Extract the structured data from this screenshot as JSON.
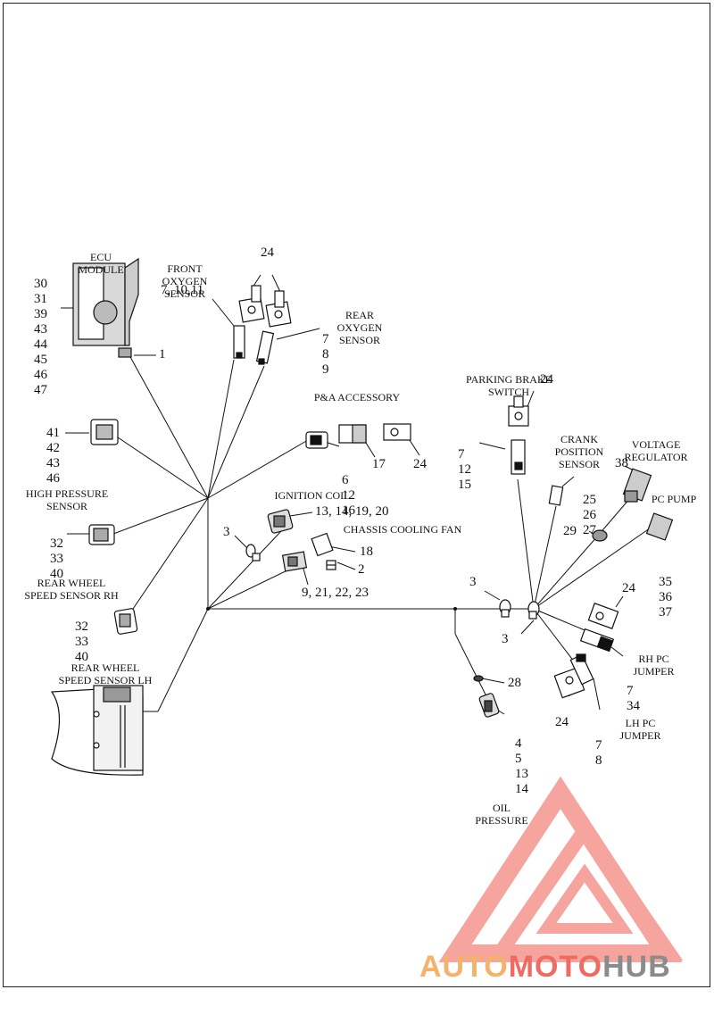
{
  "labels": {
    "ecu": [
      "ECU",
      "MODULE"
    ],
    "front_o2": [
      "FRONT",
      "OXYGEN",
      "SENSOR"
    ],
    "rear_o2": [
      "REAR",
      "OXYGEN",
      "SENSOR"
    ],
    "pa_accessory": [
      "P&A ACCESSORY"
    ],
    "parking_brake": [
      "PARKING BRAKE",
      "SWITCH"
    ],
    "crank": [
      "CRANK",
      "POSITION",
      "SENSOR"
    ],
    "voltage_reg": [
      "VOLTAGE",
      "REGULATOR"
    ],
    "high_pressure": [
      "HIGH PRESSURE",
      "SENSOR"
    ],
    "ignition_coil": [
      "IGNITION COIL"
    ],
    "chassis_fan": [
      "CHASSIS COOLING FAN"
    ],
    "pc_pump": [
      "PC PUMP"
    ],
    "rear_wheel_rh": [
      "REAR WHEEL",
      "SPEED SENSOR RH"
    ],
    "rear_wheel_lh": [
      "REAR WHEEL",
      "SPEED SENSOR LH"
    ],
    "rh_pc_jumper": [
      "RH PC",
      "JUMPER"
    ],
    "lh_pc_jumper": [
      "LH PC",
      "JUMPER"
    ],
    "oil_pressure": [
      "OIL",
      "PRESSURE"
    ]
  },
  "callouts": {
    "ecu_nums": [
      "30",
      "31",
      "39",
      "43",
      "44",
      "45",
      "46",
      "47"
    ],
    "ecu_1": [
      "1"
    ],
    "front_o2_nums": [
      "7, 10,11"
    ],
    "o2_24": [
      "24"
    ],
    "rear_o2_nums": [
      "7",
      "8",
      "9"
    ],
    "hp_nums": [
      "41",
      "42",
      "43",
      "46"
    ],
    "pa_nums": [
      "6",
      "12",
      "16"
    ],
    "pa_17": [
      "17"
    ],
    "pa_24": [
      "24"
    ],
    "pb_24": [
      "24"
    ],
    "pb_nums": [
      "7",
      "12",
      "15"
    ],
    "crank_nums": [
      "25",
      "26",
      "27"
    ],
    "vr_38": [
      "38"
    ],
    "vr_29": [
      "29"
    ],
    "ign_nums": [
      "13, 14, 19, 20"
    ],
    "ign_3": [
      "3"
    ],
    "fan_18": [
      "18"
    ],
    "fan_2": [
      "2"
    ],
    "fan_nums": [
      "9, 21, 22, 23"
    ],
    "rh_nums": [
      "32",
      "33",
      "40"
    ],
    "lh_nums": [
      "32",
      "33",
      "40"
    ],
    "pump_nums": [
      "35",
      "36",
      "37"
    ],
    "j_3a": [
      "3"
    ],
    "j_3b": [
      "3"
    ],
    "rhj_24": [
      "24"
    ],
    "rhj_nums": [
      "7",
      "34"
    ],
    "lhj_24": [
      "24"
    ],
    "lhj_nums": [
      "7",
      "8"
    ],
    "oil_28": [
      "28"
    ],
    "oil_nums": [
      "4",
      "5",
      "13",
      "14"
    ]
  },
  "logo": {
    "part1": "AUTO",
    "part2": "MOTO",
    "part3": "HUB"
  }
}
